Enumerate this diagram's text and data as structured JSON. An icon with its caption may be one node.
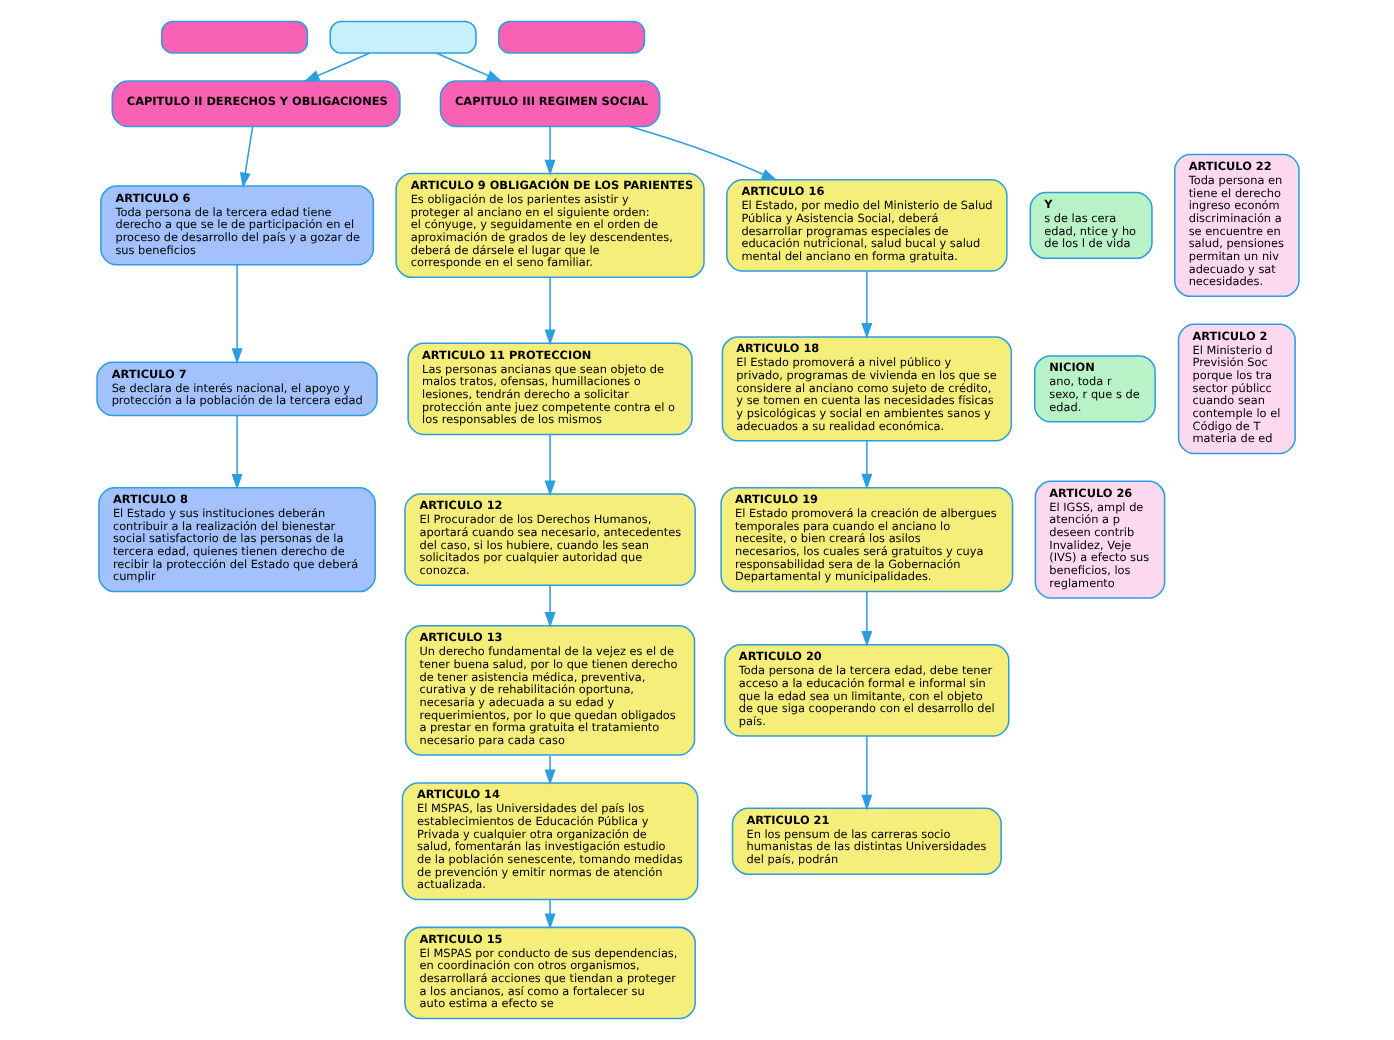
{
  "diagram": {
    "nodes": [
      {
        "text": [],
        "shape": "box"
      },
      {
        "text": [],
        "shape": "box"
      },
      {
        "text": [],
        "shape": "box"
      },
      {
        "text": [
          "CAPITULO II DERECHOS Y OBLIGACIONES"
        ]
      },
      {
        "text": [
          "CAPITULO III REGIMEN SOCIAL"
        ]
      },
      {
        "text": [
          "Y",
          "s de las cera edad, ntice y ho de los l de vida"
        ]
      },
      {
        "text": [
          "ARTICULO 6",
          "Toda persona de la tercera edad tiene derecho a que se le de participación en el proceso de desarrollo del país y a gozar de sus beneficios"
        ]
      },
      {
        "text": [
          "ARTICULO 9 OBLIGACIÓN DE LOS PARIENTES",
          "Es obligación de los parientes asistir y proteger al anciano en el siguiente orden: el cónyuge, y seguidamente en el orden de aproximación de grados de ley descendentes, deberá de dársele el lugar que le corresponde en el seno familiar."
        ]
      },
      {
        "text": [
          "ARTICULO 16",
          "El Estado, por medio del Ministerio de Salud Pública y Asistencia Social, deberá desarrollar programas especiales de educación nutricional, salud bucal y salud mental del anciano en forma gratuita."
        ]
      },
      {
        "text": [
          "ARTICULO 22",
          "Toda persona en tiene el derecho ingreso económ discriminación a se encuentre en salud, pensiones permitan un niv adecuado y sat necesidades."
        ]
      },
      {
        "text": [
          "ARTICULO 11 PROTECCION",
          "Las personas ancianas que sean objeto de malos tratos, ofensas, humillaciones o lesiones, tendrán derecho a solicitar protección ante juez competente contra el o los responsables de los mismos"
        ]
      },
      {
        "text": [
          "NICION",
          "ano, toda r sexo, r que s de edad."
        ]
      },
      {
        "text": [
          "ARTICULO 7",
          "Se declara de interés nacional, el apoyo y protección a la población de la tercera edad"
        ]
      },
      {
        "text": [
          "ARTICULO 18",
          "El Estado promoverá a nivel público y privado, programas de vivienda en los que se considere al anciano como sujeto de crédito, y se tomen en cuenta las necesidades físicas y psicológicas y social en ambientes sanos y adecuados a su realidad económica."
        ]
      },
      {
        "text": [
          "ARTICULO 2",
          "El Ministerio d Previsión Soc porque los tra sector públicc cuando sean contemple lo el Código de T materia de ed"
        ]
      },
      {
        "text": [
          "ARTICULO 12",
          "El Procurador de los Derechos Humanos, aportará cuando sea necesario, antecedentes del caso, si los hubiere, cuando les sean solicitados por cualquier autoridad que conozca."
        ]
      },
      {
        "text": [
          "ARTICULO 8",
          "El Estado y sus instituciones deberán contribuir a la realización del bienestar social satisfactorio de las personas de la tercera edad, quienes tienen derecho de recibir la protección del Estado que deberá cumplir"
        ]
      },
      {
        "text": [
          "ARTICULO 19",
          "El Estado promoverá la creación de albergues temporales para cuando el anciano lo necesite, o bien creará los asilos necesarios, los cuales será gratuitos y cuya responsabilidad sera de la Gobernación Departamental y municipalidades."
        ]
      },
      {
        "text": [
          "ARTICULO 26",
          "El IGSS, ampl de atención a p deseen contrib Invalidez, Veje (IVS) a efecto sus beneficios, los reglamento"
        ]
      },
      {
        "text": [
          "ARTICULO 13",
          "Un derecho fundamental de la vejez es el de tener buena salud, por lo que tienen derecho de tener asistencia médica, preventiva, curativa y de rehabilitación oportuna, necesaria y adecuada a su edad y requerimientos, por lo que quedan obligados a prestar en forma gratuita el tratamiento necesario para cada caso"
        ]
      },
      {
        "text": [
          "ARTICULO 14",
          "El MSPAS, las Universidades del país los establecimientos de Educación Pública y Privada y cualquier otra organización de salud, fomentarán las investigación estudio de la población senescente, tomando medidas de prevención y emitir normas de atención actualizada."
        ]
      },
      {
        "text": [
          "ARTICULO 20",
          "Toda persona de la tercera edad, debe tener acceso a la educación formal e informal sin que la edad sea un limitante, con el objeto de que siga cooperando con el desarrollo del país."
        ]
      },
      {
        "text": [
          "ARTICULO 15",
          "El MSPAS por conducto de sus dependencias, en coordinación con otros organismos, desarrollará acciones que tiendan a proteger a los ancianos, así como a fortalecer su auto estima a efecto se"
        ]
      },
      {
        "text": [
          "ARTICULO 21",
          "En los pensum de las carreras socio humanistas de las distintas Universidades del país, podrán"
        ]
      }
    ],
    "edges": [
      {
        "from": 1,
        "to": 3,
        "arrow": "to"
      },
      {
        "from": 1,
        "to": 4,
        "arrow": "to"
      },
      {
        "from": 3,
        "to": 6,
        "arrow": "to"
      },
      {
        "from": 6,
        "to": 12,
        "arrow": "to"
      },
      {
        "from": 12,
        "to": 16,
        "arrow": "to"
      },
      {
        "from": 4,
        "to": 7,
        "arrow": "to"
      },
      {
        "from": 7,
        "to": 10,
        "arrow": "to"
      },
      {
        "from": 10,
        "to": 15,
        "arrow": "to"
      },
      {
        "from": 15,
        "to": 19,
        "arrow": "to"
      },
      {
        "from": 19,
        "to": 20,
        "arrow": "to"
      },
      {
        "from": 20,
        "to": 22,
        "arrow": "to"
      },
      {
        "from": 4,
        "to": 8,
        "arrow": "to"
      },
      {
        "from": 8,
        "to": 13,
        "arrow": "to"
      },
      {
        "from": 13,
        "to": 17,
        "arrow": "to"
      },
      {
        "from": 17,
        "to": 21,
        "arrow": "to"
      },
      {
        "from": 21,
        "to": 23,
        "arrow": "to"
      }
    ]
  }
}
